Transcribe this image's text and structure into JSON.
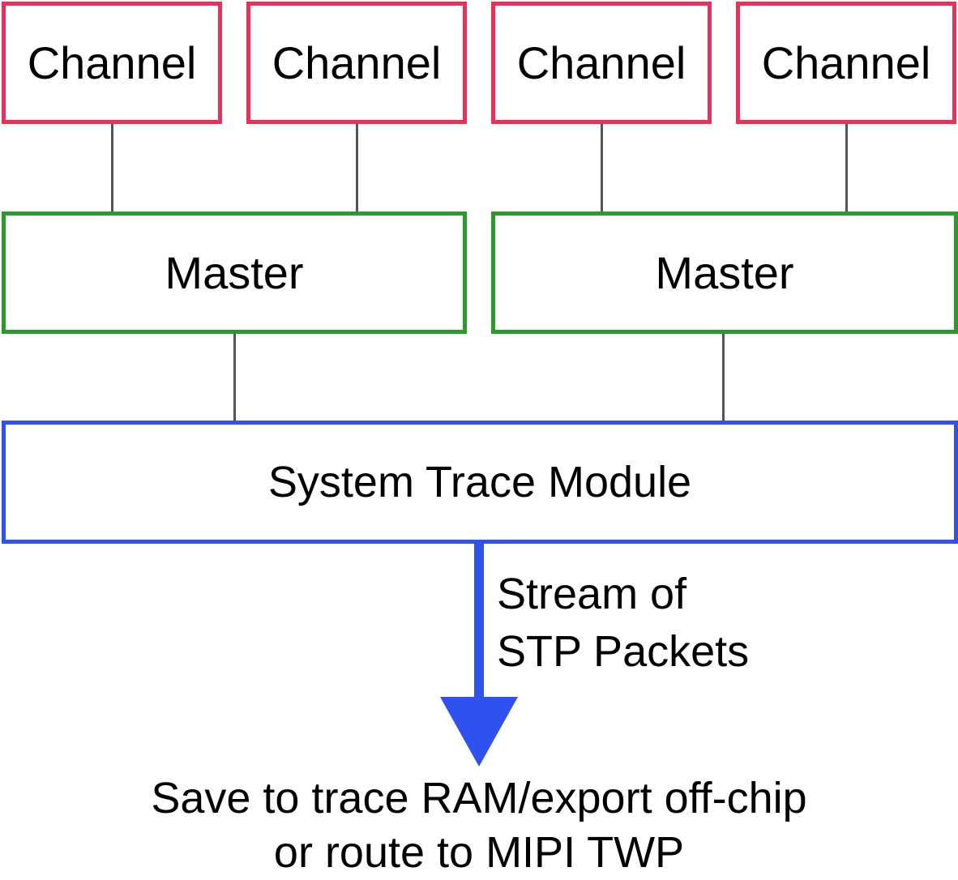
{
  "colors": {
    "channel_border": "#e8315a",
    "master_border": "#2a9a2a",
    "stm_border": "#2f52ee",
    "connector": "#555555",
    "arrow": "#2f52ee"
  },
  "channels": [
    {
      "label": "Channel"
    },
    {
      "label": "Channel"
    },
    {
      "label": "Channel"
    },
    {
      "label": "Channel"
    }
  ],
  "masters": [
    {
      "label": "Master"
    },
    {
      "label": "Master"
    }
  ],
  "stm": {
    "label": "System Trace Module"
  },
  "stream_label": {
    "line1": "Stream of",
    "line2": "STP Packets"
  },
  "destination_label": {
    "line1": "Save to trace RAM/export off-chip",
    "line2": "or route to MIPI TWP"
  }
}
